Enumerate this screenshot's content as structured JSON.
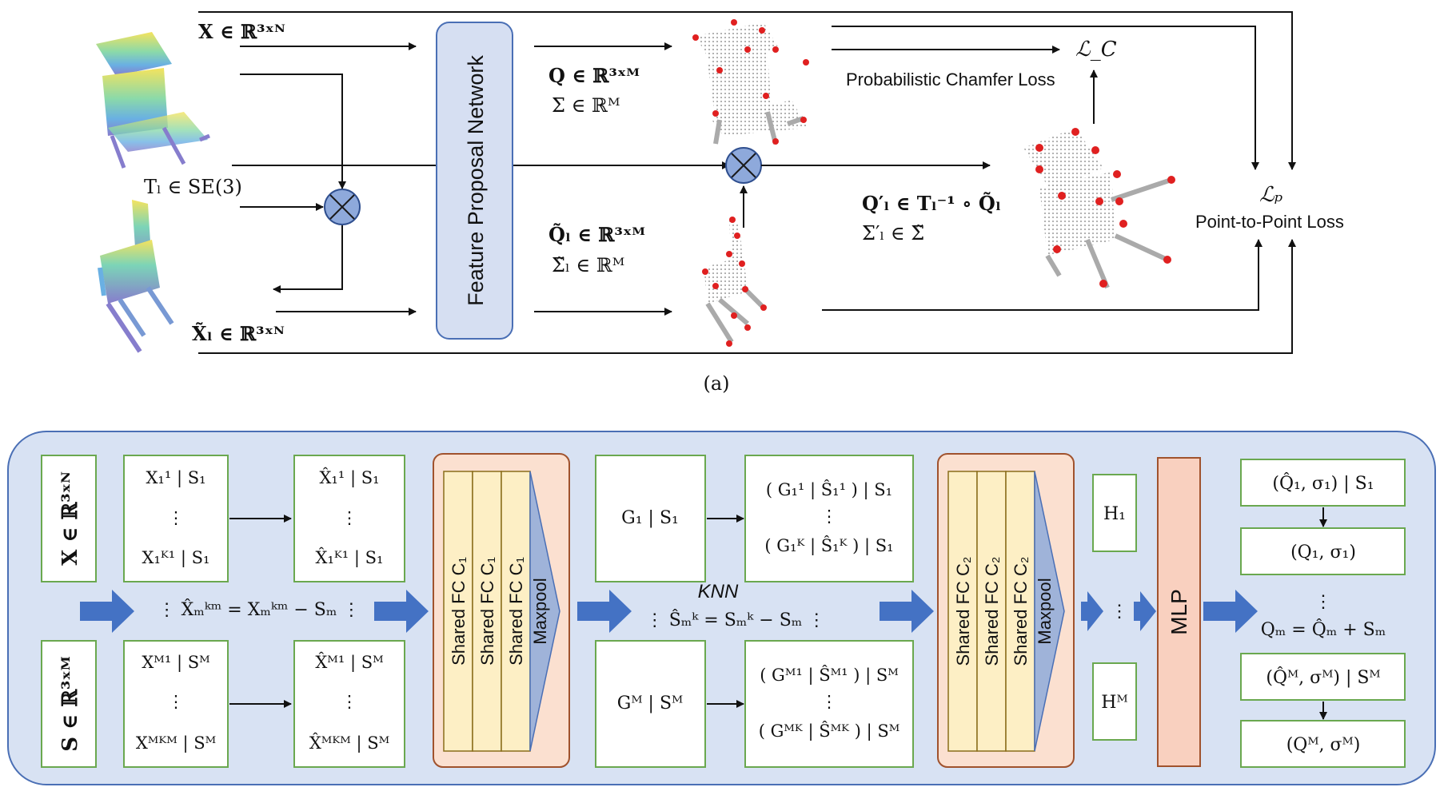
{
  "top": {
    "x_label": "X ∈ ℝ³ˣᴺ",
    "xl_label": "X̃ₗ ∈ ℝ³ˣᴺ",
    "transform_label": "Tₗ ∈ SE(3)",
    "fpn_label": "Feature Proposal Network",
    "q_label": "Q ∈ ℝ³ˣᴹ",
    "sigma_label": "Σ ∈ ℝᴹ",
    "ql_label": "Q̃ₗ ∈ ℝ³ˣᴹ",
    "sigmal_label": "Σ̃ₗ ∈ ℝᴹ",
    "qprime_label": "Q′ₗ ∈ Tₗ⁻¹ ∘ Q̃ₗ",
    "sigmaprime_label": "Σ′ₗ ∈ Σ̃",
    "lc_label": "ℒ_C",
    "chamfer_label": "Probabilistic Chamfer Loss",
    "lp_label": "ℒₚ",
    "p2p_label": "Point-to-Point Loss",
    "caption": "(a)"
  },
  "bottom": {
    "x_input": "X ∈ ℝ³ˣᴺ",
    "s_input": "S ∈ ℝ³ˣᴹ",
    "x1_top": "X₁¹ | S₁",
    "x1_bot": "X₁ᴷ¹ | S₁",
    "xm_top": "Xᴹ¹ | Sᴹ",
    "xm_bot": "Xᴹᴷᴹ | Sᴹ",
    "xh1_top": "X̂₁¹ | S₁",
    "xh1_bot": "X̂₁ᴷ¹ | S₁",
    "xhm_top": "X̂ᴹ¹ | Sᴹ",
    "xhm_bot": "X̂ᴹᴷᴹ | Sᴹ",
    "center_eq1": "⋮  X̂ₘᵏᵐ = Xₘᵏᵐ − Sₘ  ⋮",
    "fc1": "Shared FC C₁",
    "maxpool": "Maxpool",
    "g1": "G₁ | S₁",
    "gm": "Gᴹ | Sᴹ",
    "knn": "KNN",
    "center_eq2": "⋮  Ŝₘᵏ = Sₘᵏ − Sₘ      ⋮",
    "gs1_top": "( G₁¹ | Ŝ₁¹ ) | S₁",
    "gs1_bot": "( G₁ᴷ | Ŝ₁ᴷ ) | S₁",
    "gsm_top": "( Gᴹ¹ | Ŝᴹ¹ ) | Sᴹ",
    "gsm_bot": "( Gᴹᴷ | Ŝᴹᴷ ) | Sᴹ",
    "fc2": "Shared FC C₂",
    "h1": "H₁",
    "hm": "Hᴹ",
    "mlp": "MLP",
    "out1_top": "(Q̂₁, σ₁) | S₁",
    "out1_bot": "(Q₁, σ₁)",
    "out_eq": "Qₘ = Q̂ₘ + Sₘ",
    "outm_top": "(Q̂ᴹ, σᴹ) | Sᴹ",
    "outm_bot": "(Qᴹ, σᴹ)",
    "vdots": "⋮",
    "hdots": "⋮"
  },
  "colors": {
    "panel_fill": "#d8e2f3",
    "panel_stroke": "#4a6fb5",
    "fpn_fill": "#d6dff2",
    "fc_fill": "#fdefc5",
    "fc_group_fill": "#fbe0d0",
    "pool_fill": "#9fb3d9",
    "mlp_fill": "#f9d0bf",
    "arrow_blue": "#4472c4",
    "box_border": "#6aa84f",
    "keypoint_red": "#e02020"
  }
}
